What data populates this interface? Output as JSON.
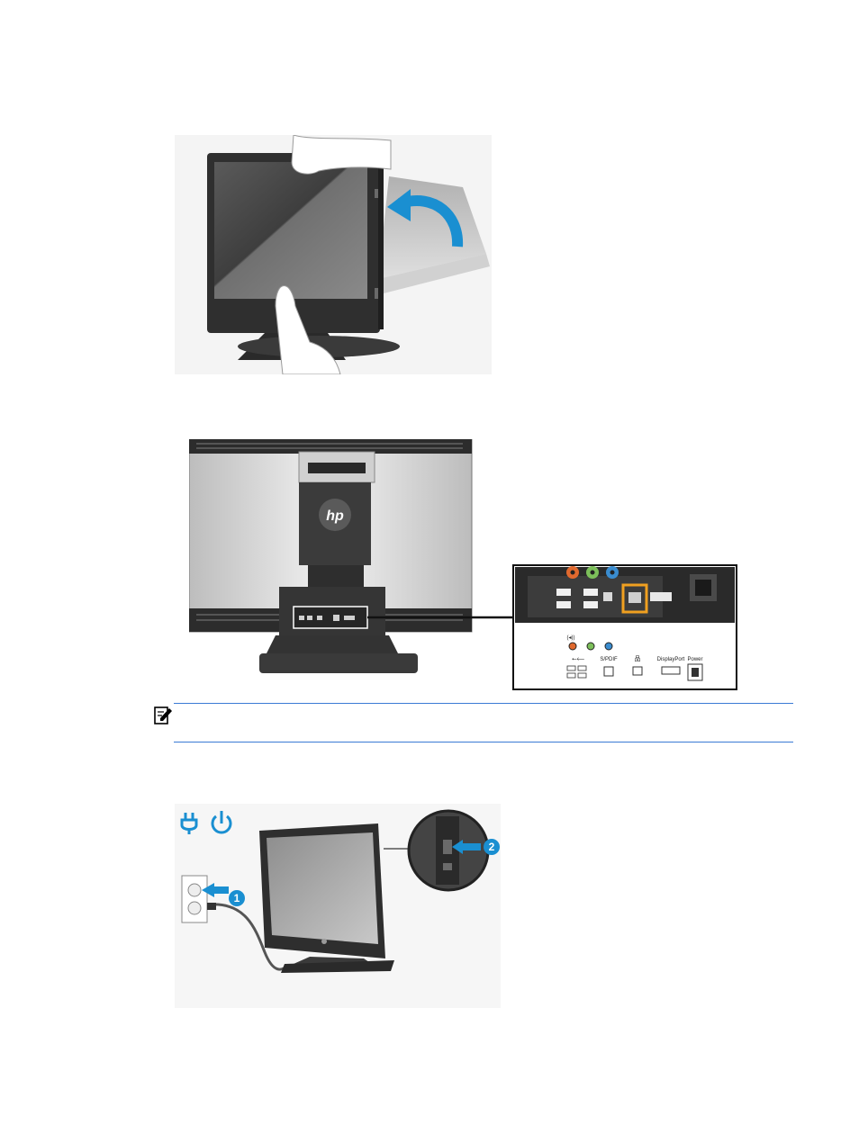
{
  "page": {
    "figures": [
      {
        "name": "tilt-display-illustration"
      },
      {
        "name": "rear-ports-illustration",
        "brand_logo": "hp",
        "port_labels": {
          "audio_out": "(◂))",
          "usb": "⭠⟵",
          "spdif": "S/PDIF",
          "network": "品",
          "displayport": "DisplayPort",
          "power": "Power"
        }
      },
      {
        "name": "connect-power-illustration",
        "callouts": [
          "1",
          "2"
        ]
      }
    ],
    "note": {
      "icon": "important-icon"
    }
  },
  "colors": {
    "accent": "#1a8fd1",
    "rule": "#3a7bd5",
    "monitor_dark": "#2b2b2b",
    "jack_green": "#7cbf5a",
    "jack_orange": "#e0692e",
    "jack_blue": "#3a8ccf",
    "highlight_orange": "#f0a020"
  }
}
